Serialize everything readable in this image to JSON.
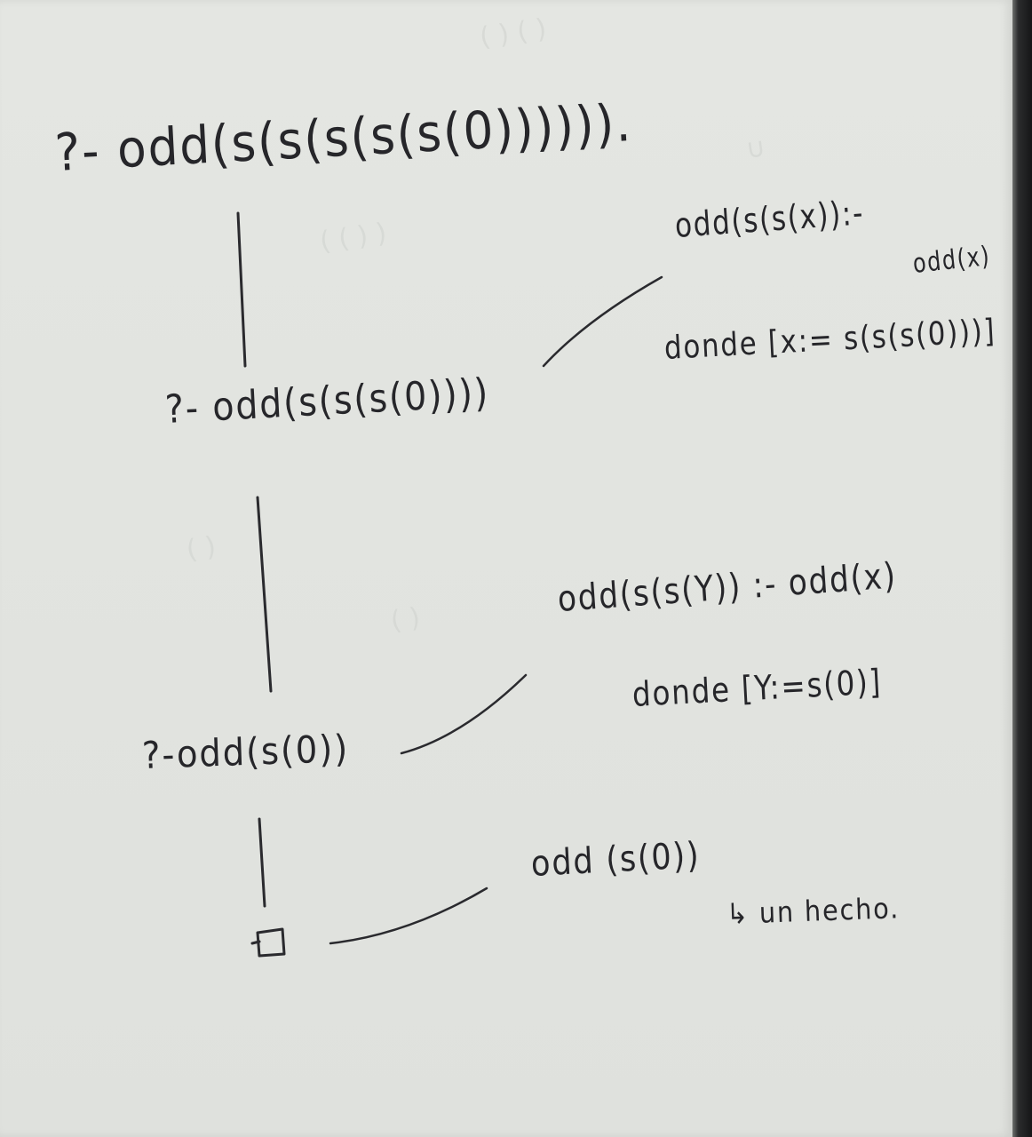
{
  "notes": {
    "goal_1": "?- odd(s(s(s(s(s(0)))))).",
    "goal_2": "?- odd(s(s(s(0))))",
    "goal_3": "?-odd(s(0))",
    "rule_1_head": "odd(s(s(x)):-",
    "rule_1_body": "odd(x)",
    "substitution_1": "donde [x:= s(s(s(0)))]",
    "rule_2": "odd(s(s(Y)) :- odd(x)",
    "substitution_2": "donde [Y:=s(0)]",
    "fact": "odd (s(0))",
    "fact_note": "↳ un hecho.",
    "empty_clause_symbol": "□"
  },
  "colors": {
    "paper": "#e3e5e1",
    "ink": "#26262a",
    "edge": "#1c1d1e"
  }
}
